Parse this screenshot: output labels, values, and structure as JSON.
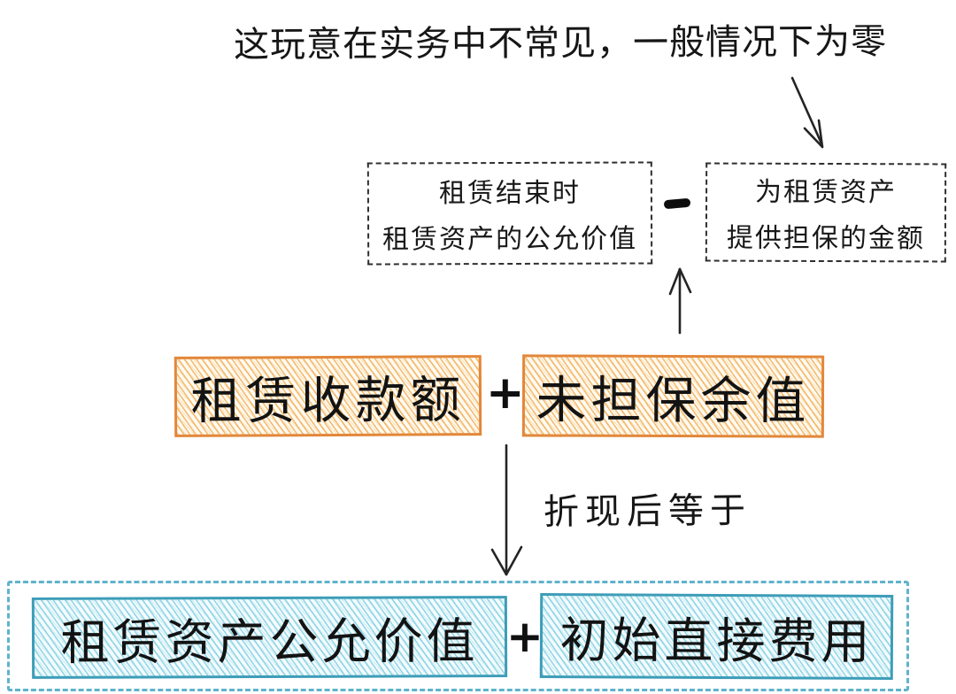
{
  "annotation": "这玩意在实务中不常见，一般情况下为零",
  "top_formula": {
    "minuend_line1": "租赁结束时",
    "minuend_line2": "租赁资产的公允价值",
    "minus": "−",
    "subtrahend_line1": "为租赁资产",
    "subtrahend_line2": "提供担保的金额"
  },
  "mid_formula": {
    "term1": "租赁收款额",
    "plus": "+",
    "term2": "未担保余值"
  },
  "arrow_label": "折现后等于",
  "bottom_formula": {
    "term1": "租赁资产公允价值",
    "plus": "+",
    "term2": "初始直接费用"
  },
  "colors": {
    "ink": "#1b1b1b",
    "orange_border": "#e2873a",
    "orange_hatch": "#f0a240",
    "blue_border": "#3d9db8",
    "blue_hatch": "#6ec8de",
    "blue_dash_container": "#5fb3ca"
  }
}
